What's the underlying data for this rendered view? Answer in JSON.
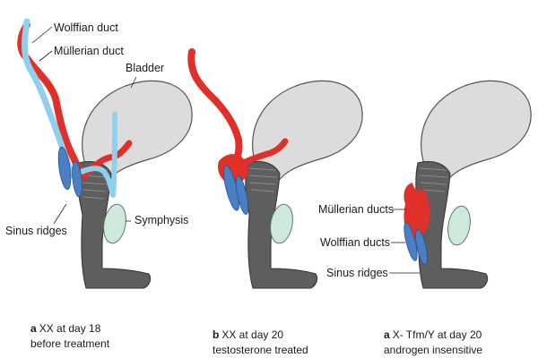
{
  "panels": [
    {
      "letter": "a",
      "line1": "XX at day 18",
      "line2": "before treatment",
      "labels": {
        "wolffian_duct": "Wolffian duct",
        "mullerian_duct": "Müllerian duct",
        "bladder": "Bladder",
        "symphysis": "Symphysis",
        "sinus_ridges": "Sinus ridges"
      }
    },
    {
      "letter": "b",
      "line1": "XX at day 20",
      "line2": "testosterone treated"
    },
    {
      "letter": "a",
      "line1": "X- Tfm/Y at day 20",
      "line2": "androgen insensitive",
      "labels": {
        "mullerian_ducts": "Müllerian ducts",
        "wolffian_ducts": "Wolffian ducts",
        "sinus_ridges": "Sinus ridges"
      }
    }
  ],
  "colors": {
    "wolffian": "#e0302a",
    "mullerian": "#8fd0ee",
    "sinus_ridge": "#4a7fc4",
    "bladder": "#dcdcdc",
    "sinus": "#5a5a5a",
    "symphysis": "#cfe8dc"
  }
}
